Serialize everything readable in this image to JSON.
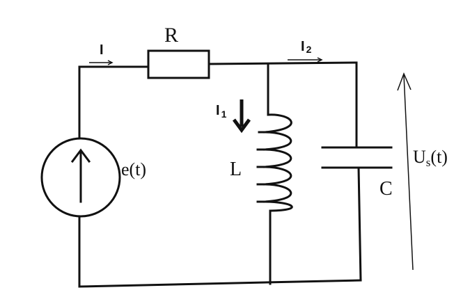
{
  "diagram": {
    "components": {
      "resistor": "R",
      "inductor": "L",
      "capacitor": "C",
      "source": "e(t)"
    },
    "currents": {
      "main": "I",
      "inductor_current_main": "I",
      "inductor_current_sub": "1",
      "capacitor_current_main": "I",
      "capacitor_current_sub": "2"
    },
    "output_voltage": {
      "main": "U",
      "sub": "s",
      "arg": "(t)"
    }
  }
}
